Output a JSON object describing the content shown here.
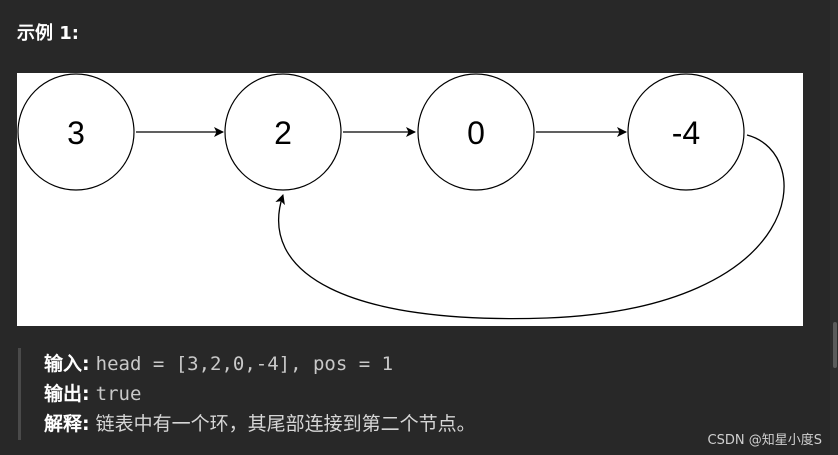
{
  "example": {
    "title": "示例 1:"
  },
  "diagram": {
    "nodes": [
      "3",
      "2",
      "0",
      "-4"
    ],
    "node_stroke": "#000000",
    "node_fill": "#ffffff"
  },
  "io": {
    "input_label": "输入:",
    "input_value": "head = [3,2,0,-4], pos = 1",
    "output_label": "输出:",
    "output_value": "true",
    "explain_label": "解释:",
    "explain_value": "链表中有一个环，其尾部连接到第二个节点。"
  },
  "watermark": "CSDN @知星小度S",
  "colors": {
    "background": "#282828",
    "panel": "#ffffff",
    "quote_bar": "#4a4a4a"
  }
}
